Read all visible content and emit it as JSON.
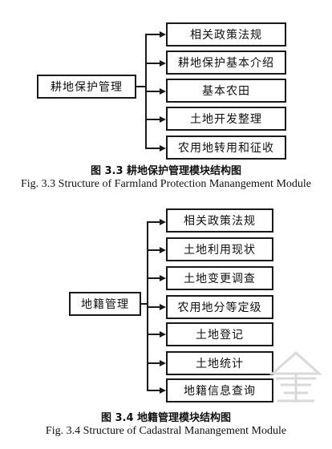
{
  "diagram1": {
    "root": "耕地保护管理",
    "children": [
      "相关政策法规",
      "耕地保护基本介绍",
      "基本农田",
      "土地开发整理",
      "农用地转用和征收"
    ],
    "caption_cn": "图 3.3 耕地保护管理模块结构图",
    "caption_en": "Fig. 3.3 Structure of Farmland Protection Manangement Module"
  },
  "diagram2": {
    "root": "地籍管理",
    "children": [
      "相关政策法规",
      "土地利用现状",
      "土地变更调查",
      "农用地分等定级",
      "土地登记",
      "土地统计",
      "地籍信息查询"
    ],
    "caption_cn": "图 3.4 地籍管理模块结构图",
    "caption_en": "Fig. 3.4 Structure of Cadastral Manangement Module"
  },
  "colors": {
    "line": "#1a1a1a",
    "background": "#ffffff",
    "watermark": "#d9d9d9"
  }
}
